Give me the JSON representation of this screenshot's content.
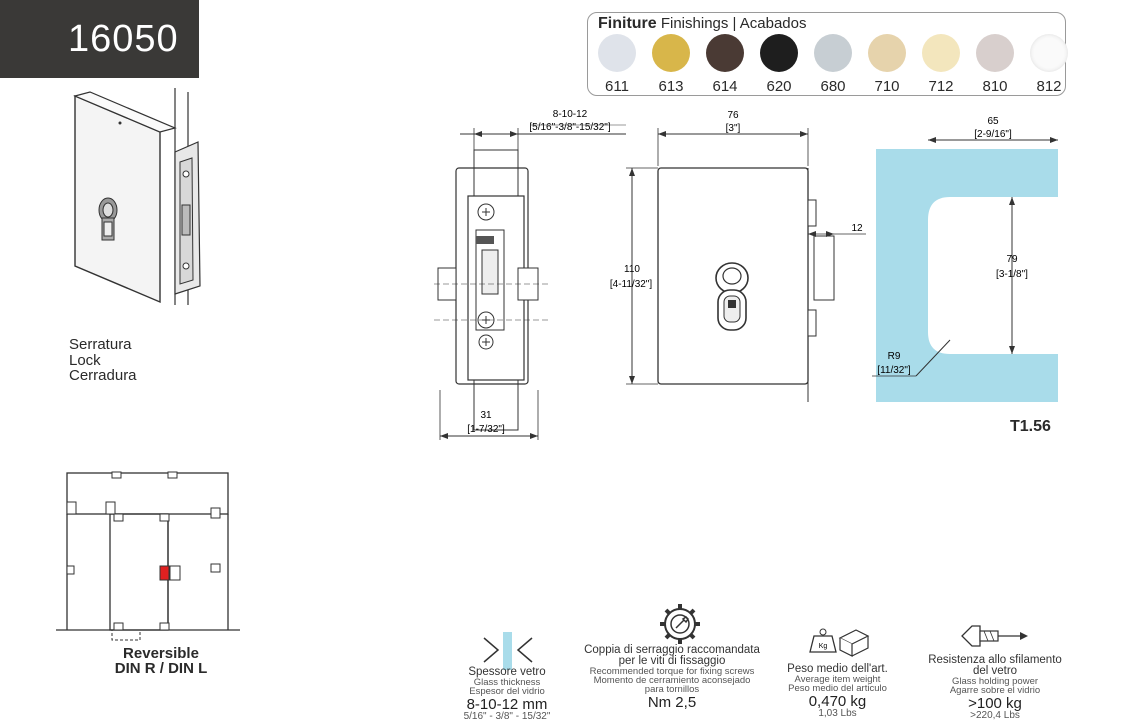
{
  "header": {
    "product_code": "16050"
  },
  "finishes": {
    "title_bold": "Finiture",
    "title_rest": "Finishings | Acabados",
    "items": [
      {
        "code": "611",
        "color": "#dfe3ea"
      },
      {
        "code": "613",
        "color": "#d8b64a"
      },
      {
        "code": "614",
        "color": "#4a3a34"
      },
      {
        "code": "620",
        "color": "#1e1e1e"
      },
      {
        "code": "680",
        "color": "#c7ced3"
      },
      {
        "code": "710",
        "color": "#e6d3ac"
      },
      {
        "code": "712",
        "color": "#f3e6bd"
      },
      {
        "code": "810",
        "color": "#d8cfcd"
      },
      {
        "code": "812",
        "color": "#fafafa"
      }
    ]
  },
  "lock_labels": [
    "Serratura",
    "Lock",
    "Cerradura"
  ],
  "reversible": {
    "line1": "Reversible",
    "line2": "DIN R / DIN L"
  },
  "dimensions": {
    "glass_top": "8-10-12",
    "glass_top_in": "[5/16\"-3/8\"-15/32\"]",
    "width_76": "76",
    "width_76_in": "[3\"]",
    "height_110": "110",
    "height_110_in": "[4-11/32\"]",
    "depth_12": "12",
    "depth_31": "31",
    "depth_31_in": "[1-7/32\"]",
    "cut_65": "65",
    "cut_65_in": "[2-9/16\"]",
    "cut_79": "79",
    "cut_79_in": "[3-1/8\"]",
    "radius_r9": "R9",
    "radius_r9_in": "[11/32\"]"
  },
  "cutout_code": "T1.56",
  "colors": {
    "glass": "#a9dcea",
    "accent_red": "#e02020"
  },
  "specs": {
    "thickness": {
      "l1": "Spessore vetro",
      "l2a": "Glass thickness",
      "l2b": "Espesor del vidrio",
      "value": "8-10-12 mm",
      "sub": "5/16\" - 3/8\" - 15/32\""
    },
    "torque": {
      "l1a": "Coppia di serraggio raccomandata",
      "l1b": "per le viti di fissaggio",
      "l2a": "Recommended torque for fixing screws",
      "l2b": "Momento de cerramiento aconsejado",
      "l2c": "para tornillos",
      "value": "Nm 2,5"
    },
    "weight": {
      "l1": "Peso medio dell'art.",
      "l2a": "Average item weight",
      "l2b": "Peso medio del articulo",
      "value": "0,470 kg",
      "sub": "1,03 Lbs",
      "icon_label": "Kg"
    },
    "holding": {
      "l1a": "Resistenza allo sfilamento",
      "l1b": "del vetro",
      "l2a": "Glass holding power",
      "l2b": "Agarre sobre el vidrio",
      "value": ">100 kg",
      "sub": ">220,4 Lbs"
    }
  }
}
